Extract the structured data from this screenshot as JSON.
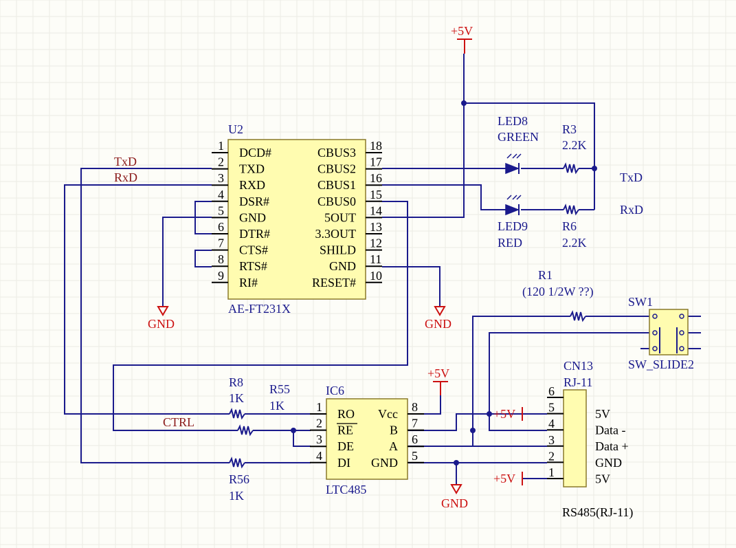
{
  "u2": {
    "ref": "U2",
    "part": "AE-FT231X",
    "left_pins": [
      {
        "num": "1",
        "name": "DCD#"
      },
      {
        "num": "2",
        "name": "TXD"
      },
      {
        "num": "3",
        "name": "RXD"
      },
      {
        "num": "4",
        "name": "DSR#"
      },
      {
        "num": "5",
        "name": "GND"
      },
      {
        "num": "6",
        "name": "DTR#"
      },
      {
        "num": "7",
        "name": "CTS#"
      },
      {
        "num": "8",
        "name": "RTS#"
      },
      {
        "num": "9",
        "name": "RI#"
      }
    ],
    "right_pins": [
      {
        "num": "18",
        "name": "CBUS3"
      },
      {
        "num": "17",
        "name": "CBUS2"
      },
      {
        "num": "16",
        "name": "CBUS1"
      },
      {
        "num": "15",
        "name": "CBUS0"
      },
      {
        "num": "14",
        "name": "5OUT"
      },
      {
        "num": "13",
        "name": "3.3OUT"
      },
      {
        "num": "12",
        "name": "SHILD"
      },
      {
        "num": "11",
        "name": "GND"
      },
      {
        "num": "10",
        "name": "RESET#"
      }
    ]
  },
  "ic6": {
    "ref": "IC6",
    "part": "LTC485",
    "left_pins": [
      {
        "num": "1",
        "name": "RO"
      },
      {
        "num": "2",
        "name": "RE"
      },
      {
        "num": "3",
        "name": "DE"
      },
      {
        "num": "4",
        "name": "DI"
      }
    ],
    "right_pins": [
      {
        "num": "8",
        "name": "Vcc"
      },
      {
        "num": "7",
        "name": "B"
      },
      {
        "num": "6",
        "name": "A"
      },
      {
        "num": "5",
        "name": "GND"
      }
    ]
  },
  "cn13": {
    "ref": "CN13",
    "part": "RJ-11",
    "pins": [
      "6",
      "5",
      "4",
      "3",
      "2",
      "1"
    ],
    "signals": [
      "5V",
      "Data -",
      "Data +",
      "GND",
      "5V"
    ],
    "caption": "RS485(RJ-11)"
  },
  "sw1": {
    "ref": "SW1",
    "part": "SW_SLIDE2"
  },
  "leds": {
    "led8": {
      "ref": "LED8",
      "color": "GREEN"
    },
    "led9": {
      "ref": "LED9",
      "color": "RED"
    }
  },
  "resistors": {
    "r3": {
      "ref": "R3",
      "value": "2.2K"
    },
    "r6": {
      "ref": "R6",
      "value": "2.2K"
    },
    "r1": {
      "ref": "R1",
      "value": "(120 1/2W ??)"
    },
    "r8": {
      "ref": "R8",
      "value": "1K"
    },
    "r55": {
      "ref": "R55",
      "value": "1K"
    },
    "r56": {
      "ref": "R56",
      "value": "1K"
    }
  },
  "nets": {
    "txd": "TxD",
    "rxd": "RxD",
    "ctrl": "CTRL"
  },
  "power": {
    "vcc": "+5V",
    "gnd": "GND"
  },
  "colors": {
    "wire": "#1a1a8c",
    "power": "#cc1111",
    "body": "#fffcb0",
    "net_label": "#8b1a1a"
  }
}
